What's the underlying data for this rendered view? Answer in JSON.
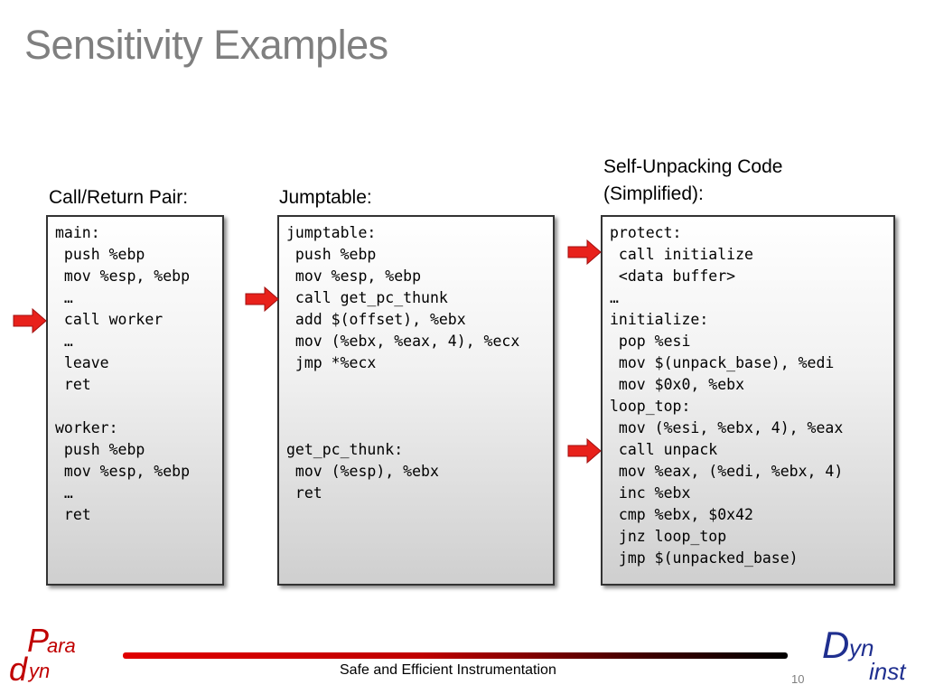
{
  "title": "Sensitivity Examples",
  "panels": [
    {
      "caption": "Call/Return Pair:",
      "code": [
        "main:",
        " push %ebp",
        " mov %esp, %ebp",
        " …",
        " call worker",
        " …",
        " leave",
        " ret",
        "",
        "worker:",
        " push %ebp",
        " mov %esp, %ebp",
        " …",
        " ret"
      ]
    },
    {
      "caption": "Jumptable:",
      "code": [
        "jumptable:",
        " push %ebp",
        " mov %esp, %ebp",
        " call get_pc_thunk",
        " add $(offset), %ebx",
        " mov (%ebx, %eax, 4), %ecx",
        " jmp *%ecx",
        "",
        "",
        "",
        "get_pc_thunk:",
        " mov (%esp), %ebx",
        " ret"
      ]
    },
    {
      "caption_line1": "Self-Unpacking Code",
      "caption_line2": "(Simplified):",
      "code": [
        "protect:",
        " call initialize",
        " <data buffer>",
        "…",
        "initialize:",
        " pop %esi",
        " mov $(unpack_base), %edi",
        " mov $0x0, %ebx",
        "loop_top:",
        " mov (%esi, %ebx, 4), %eax",
        " call unpack",
        " mov %eax, (%edi, %ebx, 4)",
        " inc %ebx",
        " cmp %ebx, $0x42",
        " jnz loop_top",
        " jmp $(unpacked_base)"
      ]
    }
  ],
  "arrows": [
    {
      "icon": "red-arrow-icon",
      "points_to": "call worker"
    },
    {
      "icon": "red-arrow-icon",
      "points_to": "call get_pc_thunk"
    },
    {
      "icon": "red-arrow-icon",
      "points_to": "call initialize"
    },
    {
      "icon": "red-arrow-icon",
      "points_to": "call unpack"
    }
  ],
  "footer": {
    "text": "Safe and Efficient Instrumentation",
    "page_number": "10"
  },
  "logos": {
    "left": {
      "line1_cap": "P",
      "line1_rest": "ara",
      "line2_cap": "d",
      "line2_rest": "yn"
    },
    "right": {
      "cap": "D",
      "rest": "yn",
      "line2": "inst"
    }
  },
  "colors": {
    "arrow_red": "#e8211b",
    "title_gray": "#7f7f7f",
    "logo_red": "#c00000",
    "logo_blue": "#1f2f8f"
  }
}
